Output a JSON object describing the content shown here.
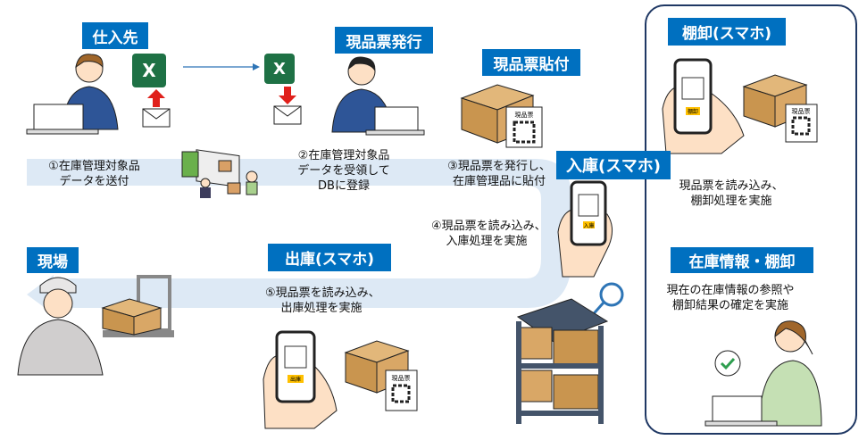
{
  "labels": {
    "supplier": "仕入先",
    "issue_tag": "現品票発行",
    "attach_tag": "現品票貼付",
    "receiving": "入庫(スマホ)",
    "inventory_count": "棚卸(スマホ)",
    "stock_info": "在庫情報・棚卸",
    "shipping": "出庫(スマホ)",
    "site": "現場"
  },
  "steps": {
    "s1": [
      "①在庫管理対象品",
      "データを送付"
    ],
    "s2": [
      "②在庫管理対象品",
      "データを受領して",
      "DBに登録"
    ],
    "s3": [
      "③現品票を発行し、",
      "在庫管理品に貼付"
    ],
    "s4": [
      "④現品票を読み込み、",
      "入庫処理を実施"
    ],
    "s5": [
      "⑤現品票を読み込み、",
      "出庫処理を実施"
    ],
    "count": [
      "現品票を読み込み、",
      "棚卸処理を実施"
    ],
    "info": [
      "現在の在庫情報の参照や",
      "棚卸結果の確定を実施"
    ]
  },
  "phone_labels": {
    "receiving": "入庫",
    "shipping": "出庫",
    "count": "棚卸"
  },
  "tag_title": "現品票",
  "excel_letter": "X",
  "colors": {
    "label_bg": "#0070c0",
    "flow_band": "#dde9f5",
    "panel_border": "#1f3864",
    "excel_green": "#1e7145",
    "arrow_red": "#e0201b"
  }
}
